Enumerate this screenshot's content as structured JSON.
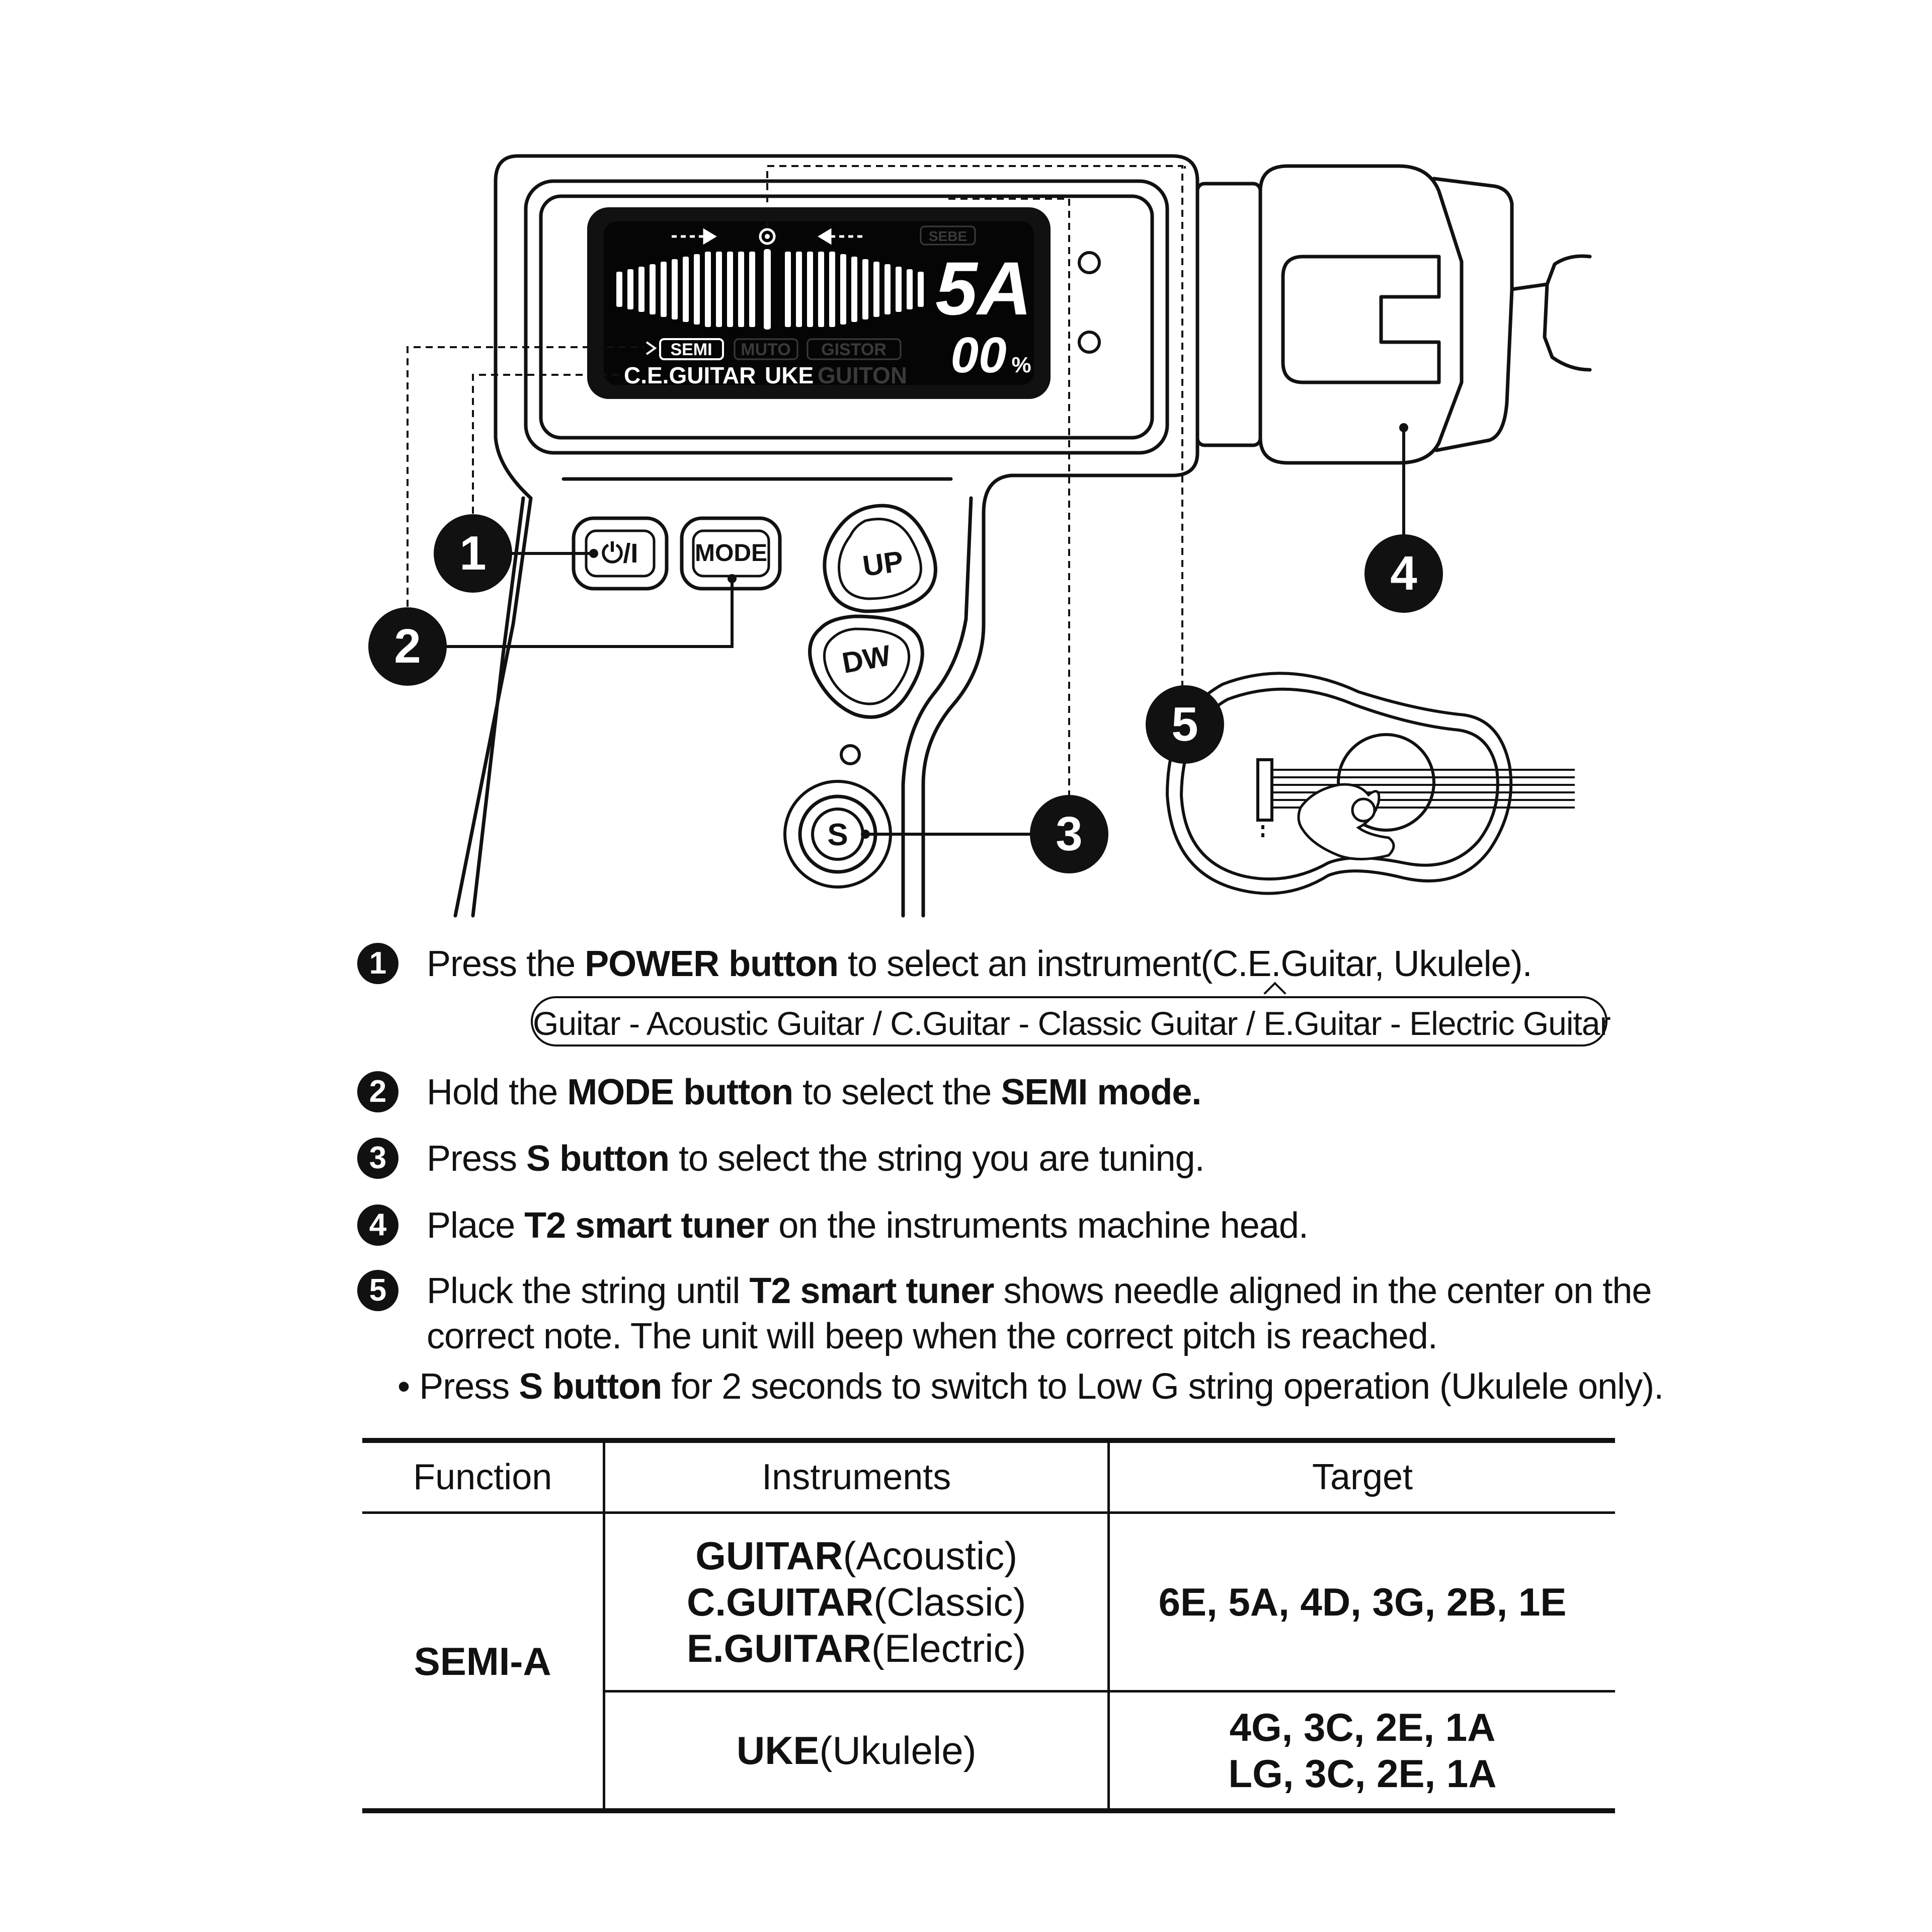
{
  "diagram": {
    "lcd": {
      "modes": [
        "SEMI",
        "MUTO",
        "GISTOR"
      ],
      "instruments": [
        "C.E.GUITAR",
        "UKE",
        "GUITON"
      ],
      "corner_label": "SEBE",
      "note": "5A",
      "percent": "00",
      "percent_sign": "%"
    },
    "buttons": {
      "power": "⏻/I",
      "mode": "MODE",
      "up": "UP",
      "down": "DW",
      "s": "S"
    },
    "callouts": [
      "1",
      "2",
      "3",
      "4",
      "5"
    ]
  },
  "steps": [
    {
      "num": "1",
      "parts": [
        {
          "text": "Press the ",
          "bold": false
        },
        {
          "text": "POWER button",
          "bold": true
        },
        {
          "text": " to select an instrument(C.E.Guitar, Ukulele).",
          "bold": false
        }
      ],
      "note": "Guitar - Acoustic Guitar / C.Guitar - Classic Guitar / E.Guitar - Electric Guitar"
    },
    {
      "num": "2",
      "parts": [
        {
          "text": "Hold the ",
          "bold": false
        },
        {
          "text": "MODE button",
          "bold": true
        },
        {
          "text": " to select the ",
          "bold": false
        },
        {
          "text": "SEMI mode.",
          "bold": true
        }
      ]
    },
    {
      "num": "3",
      "parts": [
        {
          "text": "Press ",
          "bold": false
        },
        {
          "text": "S button",
          "bold": true
        },
        {
          "text": " to select the string you are tuning.",
          "bold": false
        }
      ]
    },
    {
      "num": "4",
      "parts": [
        {
          "text": "Place ",
          "bold": false
        },
        {
          "text": "T2 smart tuner",
          "bold": true
        },
        {
          "text": " on the instruments machine head.",
          "bold": false
        }
      ]
    },
    {
      "num": "5",
      "parts": [
        {
          "text": "Pluck the string until ",
          "bold": false
        },
        {
          "text": "T2 smart tuner",
          "bold": true
        },
        {
          "text": " shows needle aligned in the center on the",
          "bold": false
        }
      ],
      "line2": "correct note. The unit will beep when the correct pitch is reached."
    }
  ],
  "bullet": {
    "parts": [
      {
        "text": "• Press ",
        "bold": false
      },
      {
        "text": "S button",
        "bold": true
      },
      {
        "text": " for 2 seconds to switch to Low G string operation (Ukulele only).",
        "bold": false
      }
    ]
  },
  "table": {
    "headers": [
      "Function",
      "Instruments",
      "Target"
    ],
    "function": "SEMI-A",
    "rows": [
      {
        "instruments": [
          {
            "name": "GUITAR",
            "desc": "(Acoustic)"
          },
          {
            "name": "C.GUITAR",
            "desc": "(Classic)"
          },
          {
            "name": "E.GUITAR",
            "desc": "(Electric)"
          }
        ],
        "targets": [
          "6E, 5A, 4D, 3G, 2B, 1E"
        ]
      },
      {
        "instruments": [
          {
            "name": "UKE",
            "desc": "(Ukulele)"
          }
        ],
        "targets": [
          "4G, 3C, 2E, 1A",
          "LG, 3C, 2E, 1A"
        ]
      }
    ]
  }
}
